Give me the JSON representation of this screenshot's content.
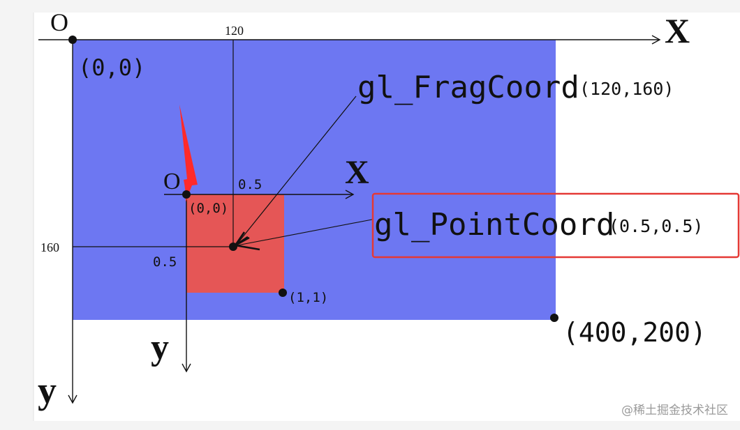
{
  "colors": {
    "canvas_blue": "#6d77f2",
    "point_red": "#e55656",
    "highlight_red": "#e53935",
    "arrow_red": "#ff2a2a",
    "line_dark": "#111111",
    "page_grey": "#f4f4f4"
  },
  "outer": {
    "origin_letter": "O",
    "x_axis_letter": "X",
    "y_axis_letter": "y",
    "origin_coord": "(0,0)",
    "x_tick": "120",
    "y_tick": "160",
    "corner_coord": "(400,200)"
  },
  "inner": {
    "origin_letter": "O",
    "x_axis_letter": "X",
    "y_axis_letter": "y",
    "origin_coord": "(0,0)",
    "x_tick": "0.5",
    "y_tick": "0.5",
    "corner_coord": "(1,1)"
  },
  "labels": {
    "frag_name": "gl_FragCoord",
    "frag_value": "(120,160)",
    "point_name": "gl_PointCoord",
    "point_value": "(0.5,0.5)"
  },
  "watermark": "@稀土掘金技术社区"
}
